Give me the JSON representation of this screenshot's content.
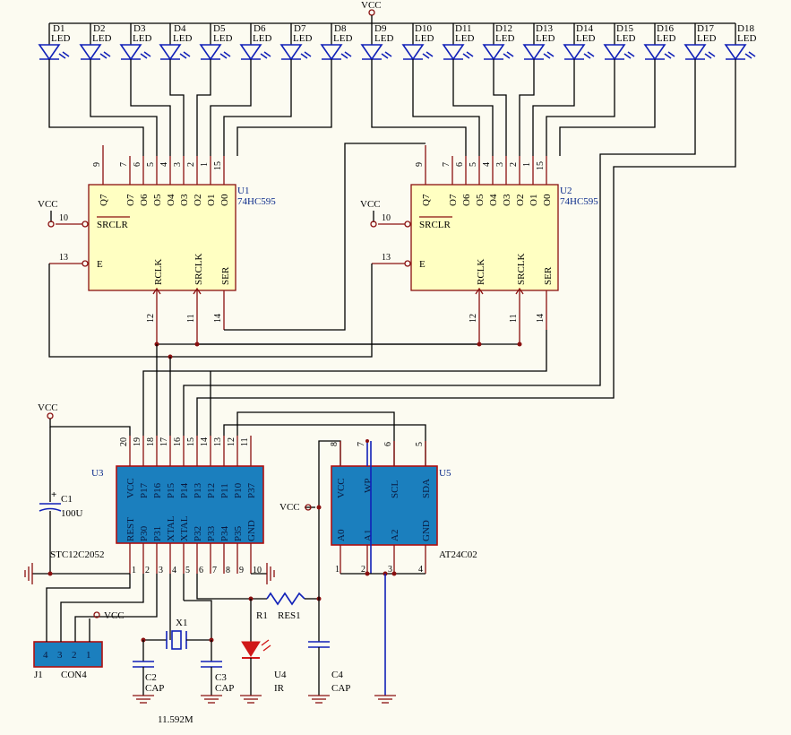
{
  "power": {
    "vcc": "VCC"
  },
  "leds": [
    {
      "ref": "D1",
      "val": "LED"
    },
    {
      "ref": "D2",
      "val": "LED"
    },
    {
      "ref": "D3",
      "val": "LED"
    },
    {
      "ref": "D4",
      "val": "LED"
    },
    {
      "ref": "D5",
      "val": "LED"
    },
    {
      "ref": "D6",
      "val": "LED"
    },
    {
      "ref": "D7",
      "val": "LED"
    },
    {
      "ref": "D8",
      "val": "LED"
    },
    {
      "ref": "D9",
      "val": "LED"
    },
    {
      "ref": "D10",
      "val": "LED"
    },
    {
      "ref": "D11",
      "val": "LED"
    },
    {
      "ref": "D12",
      "val": "LED"
    },
    {
      "ref": "D13",
      "val": "LED"
    },
    {
      "ref": "D14",
      "val": "LED"
    },
    {
      "ref": "D15",
      "val": "LED"
    },
    {
      "ref": "D16",
      "val": "LED"
    },
    {
      "ref": "D17",
      "val": "LED"
    },
    {
      "ref": "D18",
      "val": "LED"
    }
  ],
  "u1": {
    "ref": "U1",
    "part": "74HC595",
    "top_pins": [
      "9",
      "7",
      "6",
      "5",
      "4",
      "3",
      "2",
      "1",
      "15"
    ],
    "top_labels": [
      "Q7",
      "O7",
      "O6",
      "O5",
      "O4",
      "O3",
      "O2",
      "O1",
      "O0"
    ],
    "srclr": "SRCLR",
    "e": "E",
    "rclk": "RCLK",
    "srclk": "SRCLK",
    "ser": "SER",
    "p10": "10",
    "p13": "13",
    "p12": "12",
    "p11": "11",
    "p14": "14"
  },
  "u2": {
    "ref": "U2",
    "part": "74HC595",
    "top_pins": [
      "9",
      "7",
      "6",
      "5",
      "4",
      "3",
      "2",
      "1",
      "15"
    ],
    "top_labels": [
      "Q7",
      "O7",
      "O6",
      "O5",
      "O4",
      "O3",
      "O2",
      "O1",
      "O0"
    ],
    "srclr": "SRCLR",
    "e": "E",
    "rclk": "RCLK",
    "srclk": "SRCLK",
    "ser": "SER",
    "p10": "10",
    "p13": "13",
    "p12": "12",
    "p11": "11",
    "p14": "14"
  },
  "u3": {
    "ref": "U3",
    "part": "STC12C2052",
    "top_pins": [
      "20",
      "19",
      "18",
      "17",
      "16",
      "15",
      "14",
      "13",
      "12",
      "11"
    ],
    "top_labels": [
      "VCC",
      "P17",
      "P16",
      "P15",
      "P14",
      "P13",
      "P12",
      "P11",
      "P10",
      "P37"
    ],
    "bot_pins": [
      "1",
      "2",
      "3",
      "4",
      "5",
      "6",
      "7",
      "8",
      "9",
      "10"
    ],
    "bot_labels": [
      "REST",
      "P30",
      "P31",
      "XTAL",
      "XTAL",
      "P32",
      "P33",
      "P34",
      "P35",
      "GND"
    ]
  },
  "u5": {
    "ref": "U5",
    "part": "AT24C02",
    "top_pins": [
      "8",
      "7",
      "6",
      "5"
    ],
    "top_labels": [
      "VCC",
      "WP",
      "SCL",
      "SDA"
    ],
    "bot_pins": [
      "1",
      "2",
      "3",
      "4"
    ],
    "bot_labels": [
      "A0",
      "A1",
      "A2",
      "GND"
    ]
  },
  "c1": {
    "ref": "C1",
    "val": "100U"
  },
  "c2": {
    "ref": "C2",
    "val": "CAP"
  },
  "c3": {
    "ref": "C3",
    "val": "CAP"
  },
  "c4": {
    "ref": "C4",
    "val": "CAP"
  },
  "x1": {
    "ref": "X1",
    "val": "11.592M"
  },
  "r1": {
    "ref": "R1",
    "val": "RES1"
  },
  "u4": {
    "ref": "U4",
    "val": "IR"
  },
  "j1": {
    "ref": "J1",
    "val": "CON4",
    "pins": [
      "4",
      "3",
      "2",
      "1"
    ]
  }
}
